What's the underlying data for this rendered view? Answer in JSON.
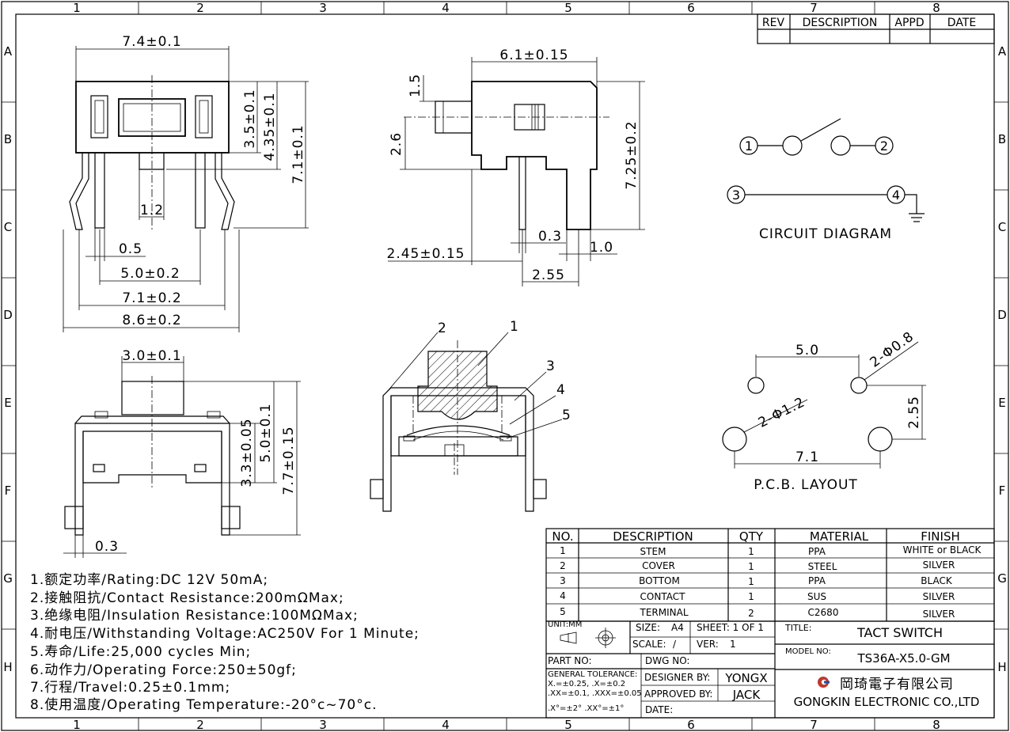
{
  "grid": {
    "columns": [
      "1",
      "2",
      "3",
      "4",
      "5",
      "6",
      "7",
      "8"
    ],
    "rows": [
      "A",
      "B",
      "C",
      "D",
      "E",
      "F",
      "G",
      "H"
    ]
  },
  "revision_table": {
    "headers": [
      "REV",
      "DESCRIPTION",
      "APPD",
      "DATE"
    ]
  },
  "front_view": {
    "dims": [
      "7.4±0.1",
      "3.5±0.1",
      "4.35±0.1",
      "7.1±0.1",
      "1.2",
      "0.5",
      "5.0±0.2",
      "7.1±0.2",
      "8.6±0.2"
    ]
  },
  "side_view": {
    "dims": [
      "6.1±0.15",
      "1.5",
      "2.6",
      "7.25±0.2",
      "0.3",
      "1.0",
      "2.45±0.15",
      "2.55"
    ]
  },
  "circuit": {
    "nodes": [
      "1",
      "2",
      "3",
      "4"
    ],
    "label": "CIRCUIT DIAGRAM"
  },
  "bottom_view": {
    "dims": [
      "3.0±0.1",
      "3.3±0.05",
      "5.0±0.1",
      "7.7±0.15",
      "0.3"
    ]
  },
  "section_view": {
    "callouts": [
      "1",
      "2",
      "3",
      "4",
      "5"
    ]
  },
  "pcb": {
    "dims": [
      "5.0",
      "2-Φ0.8",
      "2-Φ1.2",
      "2.55",
      "7.1"
    ],
    "label": "P.C.B. LAYOUT"
  },
  "specs": [
    "1.额定功率/Rating:DC 12V 50mA;",
    "2.接触阻抗/Contact Resistance:200mΩMax;",
    "3.绝缘电阻/Insulation Resistance:100MΩMax;",
    "4.耐电压/Withstanding Voltage:AC250V For 1 Minute;",
    "5.寿命/Life:25,000 cycles Min;",
    "6.动作力/Operating Force:250±50gf;",
    "7.行程/Travel:0.25±0.1mm;",
    "8.使用温度/Operating Temperature:-20°c~70°c."
  ],
  "bom": {
    "headers": [
      "NO.",
      "DESCRIPTION",
      "QTY",
      "MATERIAL",
      "FINISH"
    ],
    "rows": [
      {
        "no": "1",
        "desc": "STEM",
        "qty": "1",
        "material": "PPA",
        "finish": "WHITE or BLACK"
      },
      {
        "no": "2",
        "desc": "COVER",
        "qty": "1",
        "material": "STEEL",
        "finish": "SILVER"
      },
      {
        "no": "3",
        "desc": "BOTTOM",
        "qty": "1",
        "material": "PPA",
        "finish": "BLACK"
      },
      {
        "no": "4",
        "desc": "CONTACT",
        "qty": "1",
        "material": "SUS",
        "finish": "SILVER"
      },
      {
        "no": "5",
        "desc": "TERMINAL",
        "qty": "2",
        "material": "C2680",
        "finish": "SILVER"
      }
    ]
  },
  "title_block": {
    "unit": "UNIT:MM",
    "size_label": "SIZE:",
    "size": "A4",
    "sheet": "SHEET: 1 OF 1",
    "scale_label": "SCALE:",
    "scale": "/",
    "ver_label": "VER:",
    "ver": "1",
    "part_no": "PART NO:",
    "dwg_no": "DWG NO:",
    "tol_title": "GENERAL TOLERANCE:",
    "tol_1": "X.=±0.25,    .X=±0.2",
    "tol_2": ".XX=±0.1,  .XXX=±0.05",
    "tol_3": ".X°=±2°  .XX°=±1°",
    "designer_label": "DESIGNER BY:",
    "designer": "YONGX",
    "approved_label": "APPROVED BY:",
    "approved": "JACK",
    "date_label": "DATE:",
    "title_label": "TITLE:",
    "title": "TACT SWITCH",
    "model_label": "MODEL NO:",
    "model": "TS36A-X5.0-GM",
    "company_cn": "岡琦電子有限公司",
    "company_en": "GONGKIN ELECTRONIC CO.,LTD"
  }
}
